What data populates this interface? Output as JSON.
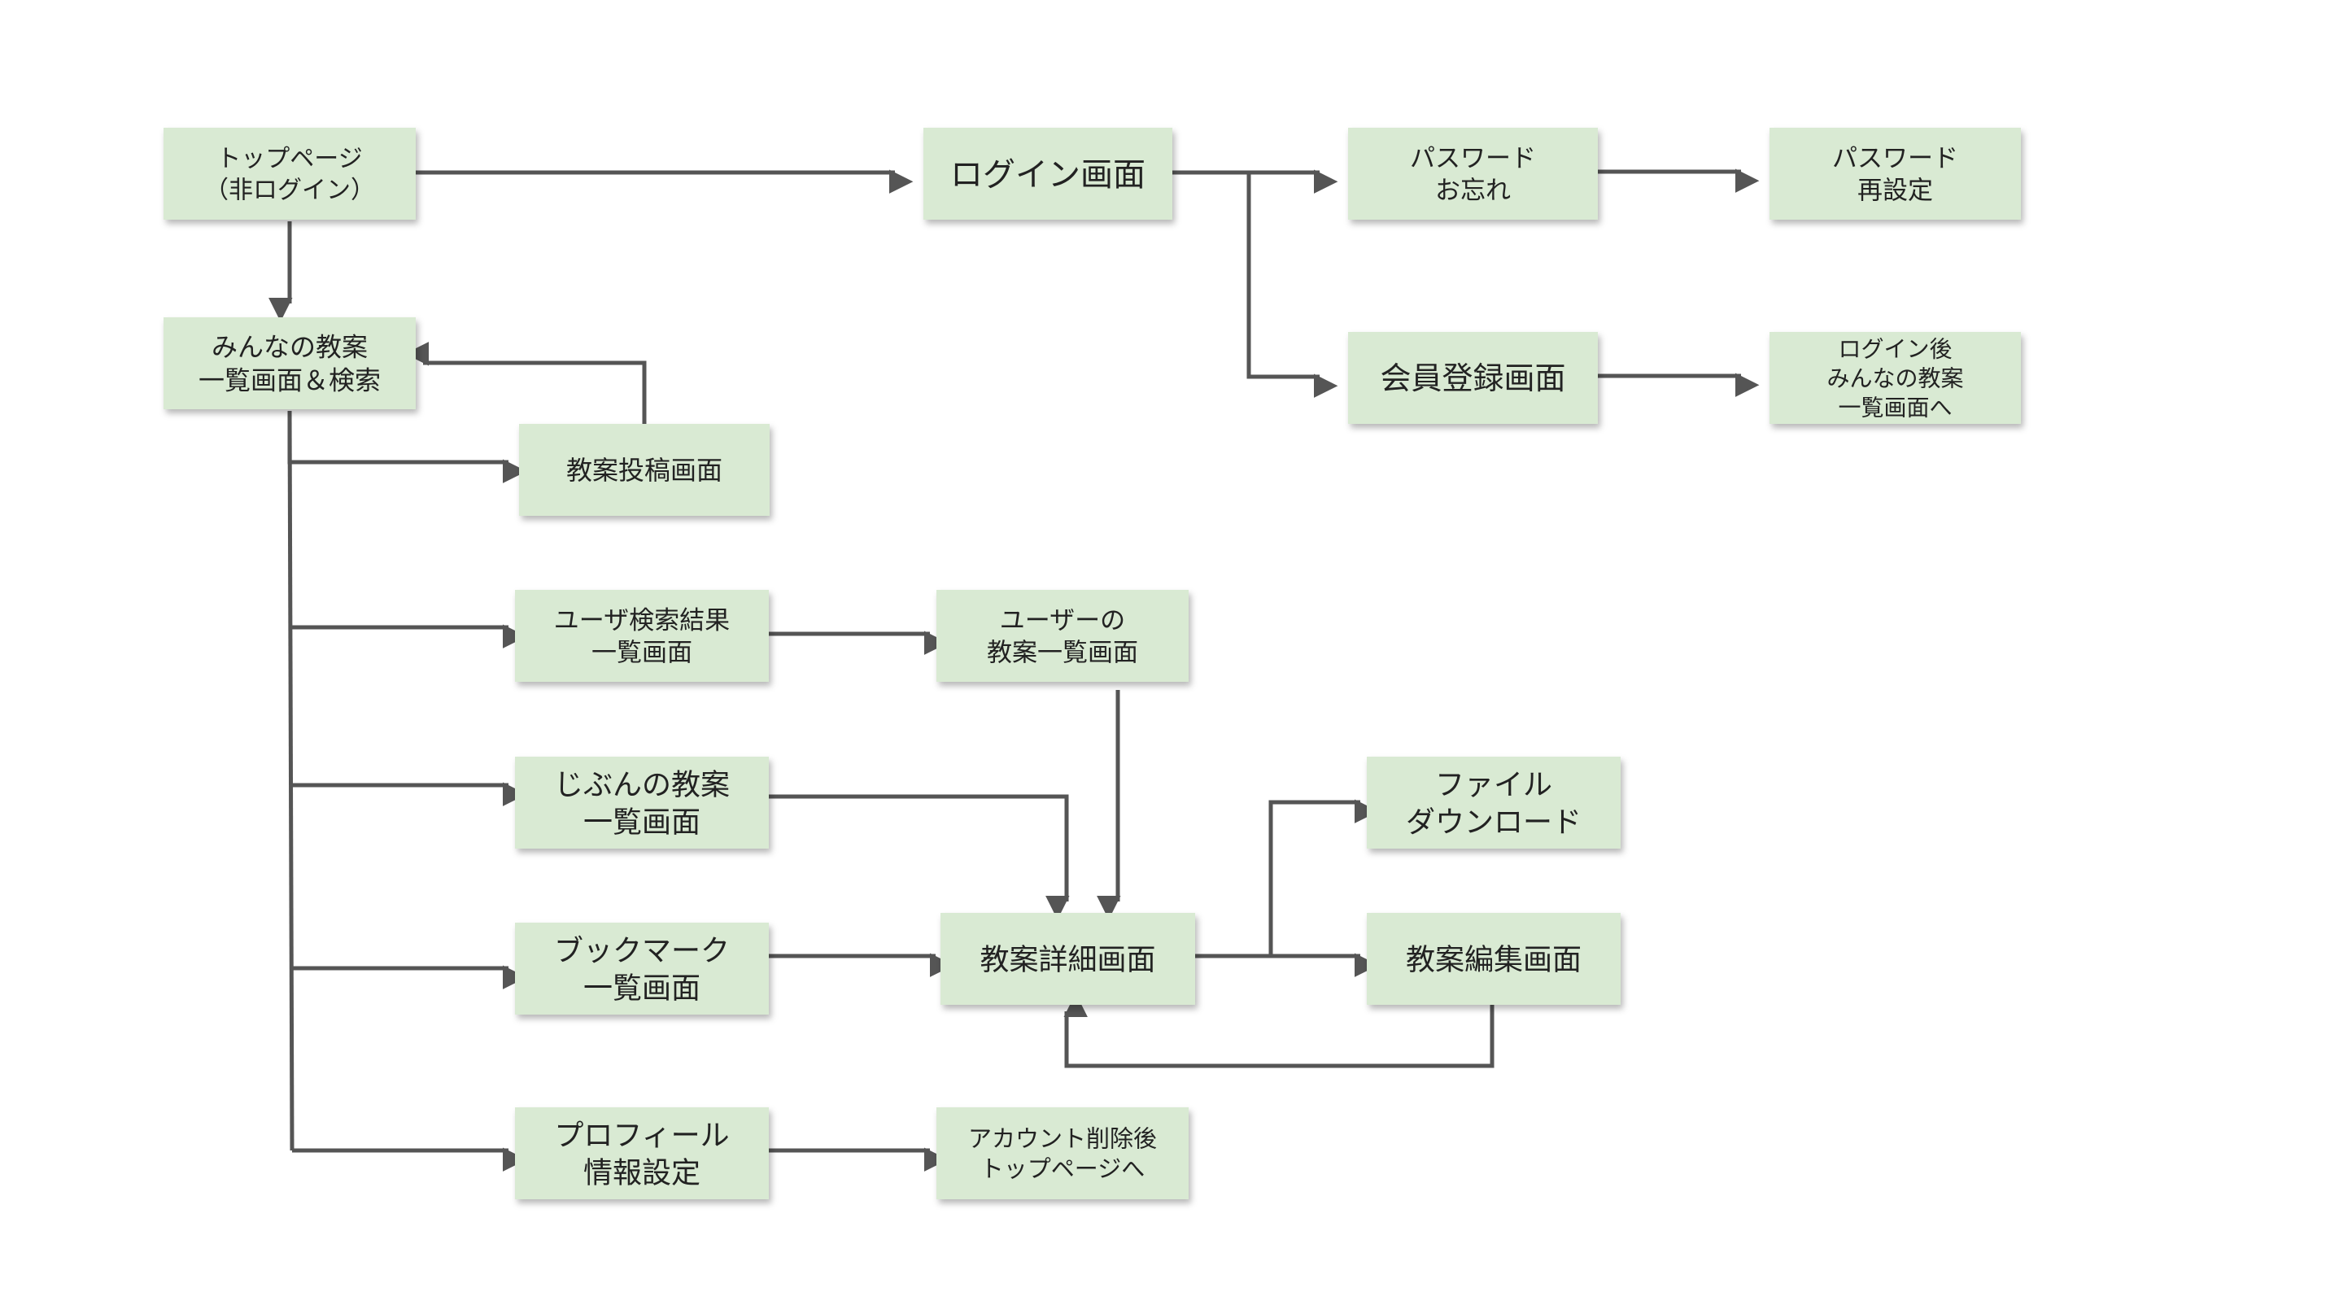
{
  "nodes": {
    "top_page": [
      "トップページ",
      "（非ログイン）"
    ],
    "login": [
      "ログイン画面"
    ],
    "password_forgot": [
      "パスワード",
      "お忘れ"
    ],
    "password_reset": [
      "パスワード",
      "再設定"
    ],
    "member_register": [
      "会員登録画面"
    ],
    "after_login": [
      "ログイン後",
      "みんなの教案",
      "一覧画面へ"
    ],
    "all_plans": [
      "みんなの教案",
      "一覧画面＆検索"
    ],
    "plan_post": [
      "教案投稿画面"
    ],
    "user_search": [
      "ユーザ検索結果",
      "一覧画面"
    ],
    "user_plans": [
      "ユーザーの",
      "教案一覧画面"
    ],
    "my_plans": [
      "じぶんの教案",
      "一覧画面"
    ],
    "file_download": [
      "ファイル",
      "ダウンロード"
    ],
    "bookmark": [
      "ブックマーク",
      "一覧画面"
    ],
    "plan_detail": [
      "教案詳細画面"
    ],
    "plan_edit": [
      "教案編集画面"
    ],
    "profile": [
      "プロフィール",
      "情報設定"
    ],
    "after_delete": [
      "アカウント削除後",
      "トップページへ"
    ]
  },
  "colors": {
    "node_fill": "#d9ead3",
    "edge": "#555555",
    "text": "#222222"
  }
}
